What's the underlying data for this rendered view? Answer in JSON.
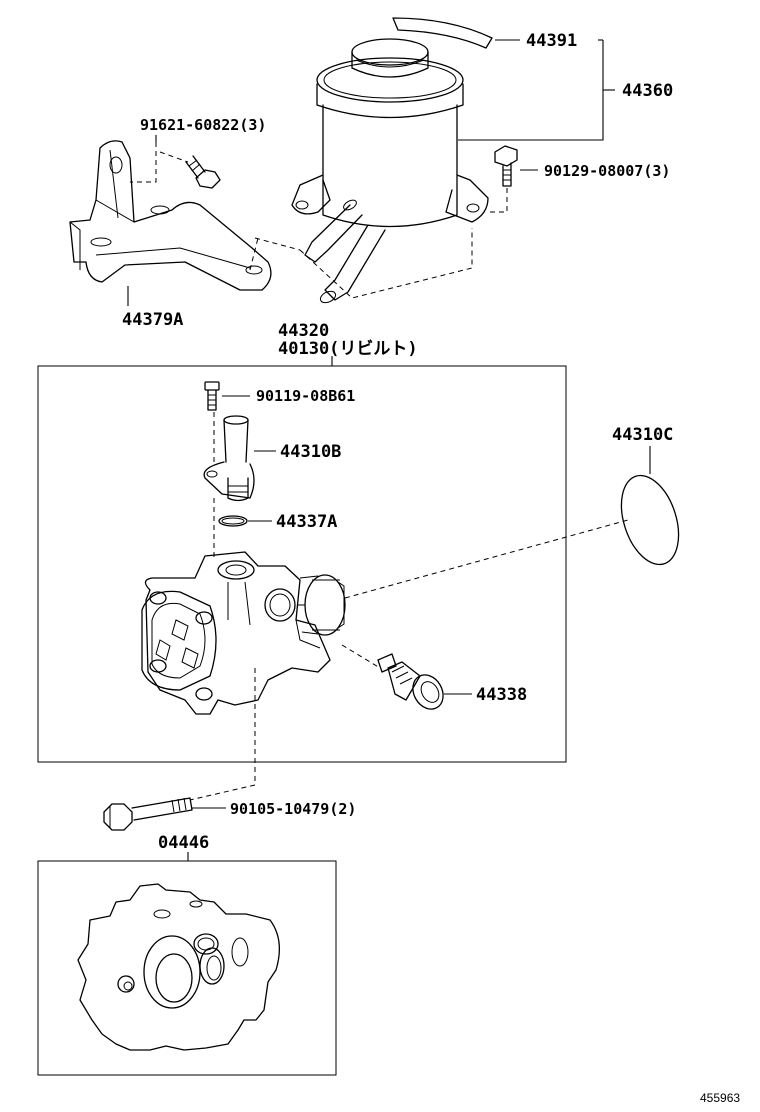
{
  "callouts": {
    "cap_seal": "44391",
    "reservoir": "44360",
    "bracket_bolt": "91621-60822(3)",
    "reservoir_bolt": "90129-08007(3)",
    "bracket": "44379A",
    "pump_assy": "44320",
    "pump_rebuilt": "40130(リビルト)",
    "union_bolt": "90119-08B61",
    "union": "44310B",
    "o_ring_union": "44337A",
    "pulley_seal": "44310C",
    "valve": "44338",
    "pump_bolt": "90105-10479(2)",
    "gasket_kit": "04446"
  },
  "figure_number": "455963"
}
